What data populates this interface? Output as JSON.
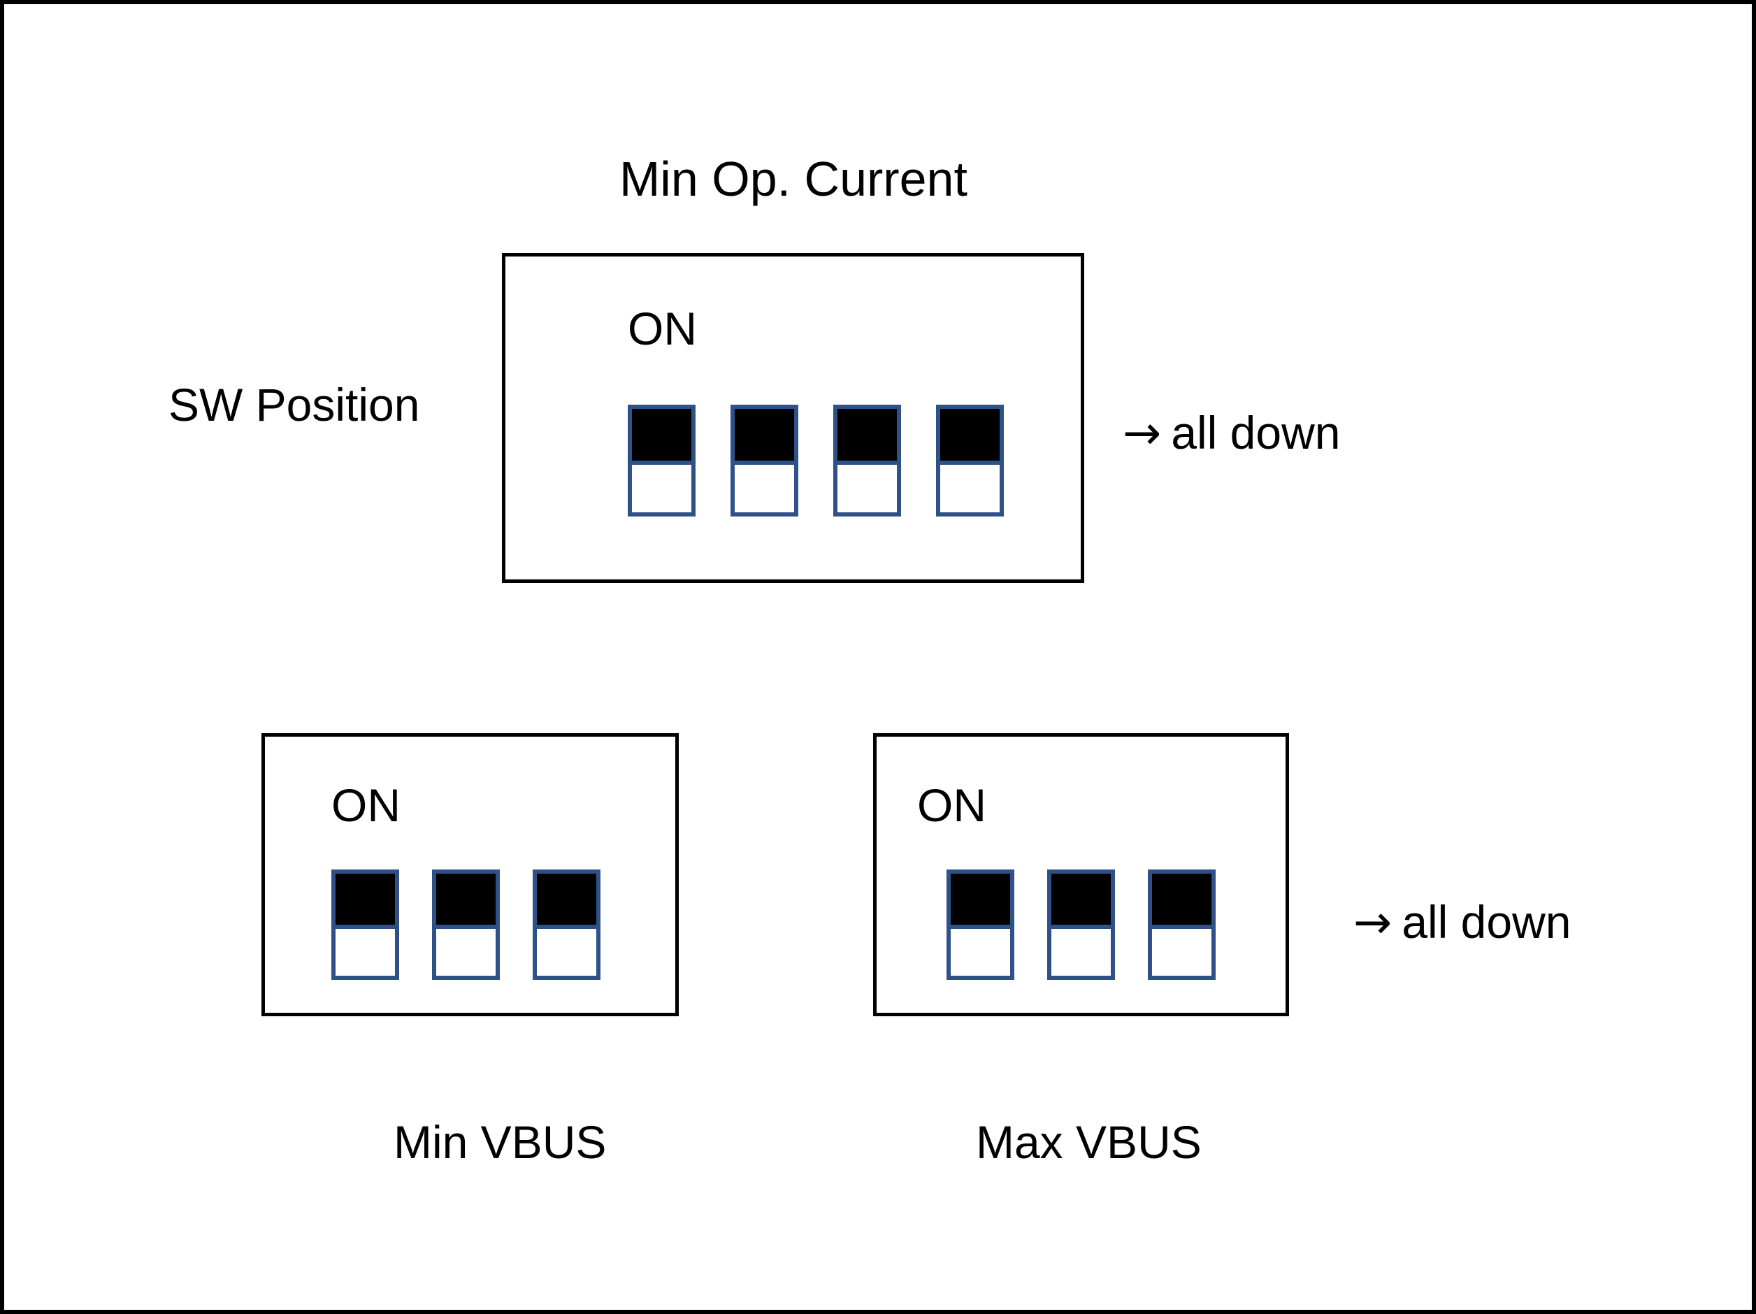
{
  "diagram": {
    "title": "Min Op. Current",
    "side_label": "SW Position",
    "background_color": "#ffffff",
    "outline_color": "#000000",
    "switch_border_color": "#2e5288",
    "switch_on_color": "#000000",
    "switch_off_color": "#ffffff"
  },
  "blocks": {
    "min_op_current": {
      "on_label": "ON",
      "switch_count": 4,
      "switch_states": [
        "down",
        "down",
        "down",
        "down"
      ],
      "annotation": "all down",
      "arrow": "→"
    },
    "min_vbus": {
      "on_label": "ON",
      "caption": "Min VBUS",
      "switch_count": 3,
      "switch_states": [
        "down",
        "down",
        "down"
      ],
      "annotation": "",
      "arrow": ""
    },
    "max_vbus": {
      "on_label": "ON",
      "caption": "Max VBUS",
      "switch_count": 3,
      "switch_states": [
        "down",
        "down",
        "down"
      ],
      "annotation": "all down",
      "arrow": "→"
    }
  }
}
